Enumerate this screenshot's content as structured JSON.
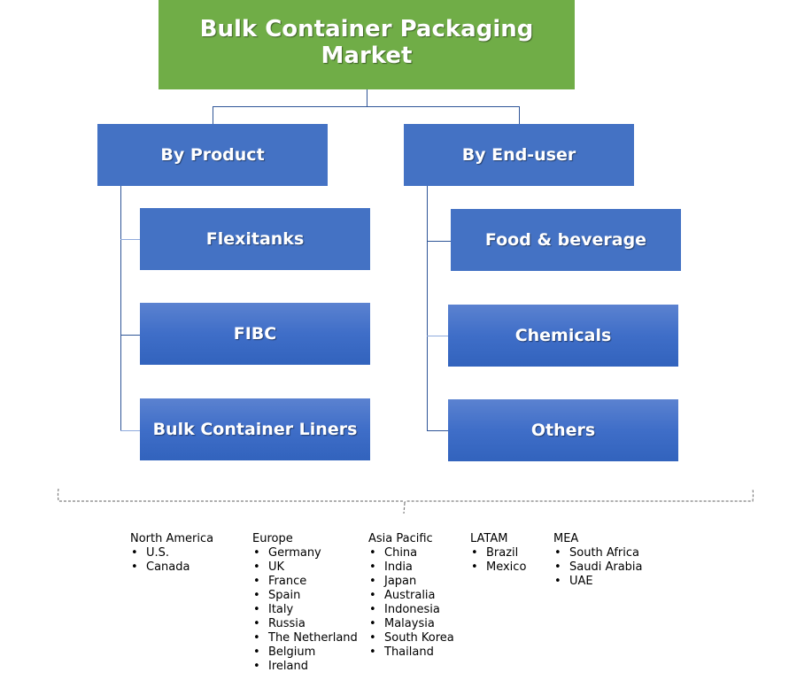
{
  "title": "Bulk Container Packaging Market",
  "title_lines": [
    "Bulk Container Packaging",
    "Market"
  ],
  "colors": {
    "root": "#70ad47",
    "category": "#4472c4",
    "connector": "#2f5597",
    "text": "#ffffff"
  },
  "categories": [
    {
      "label": "By Product",
      "items": [
        "Flexitanks",
        "FIBC",
        "Bulk Container Liners"
      ]
    },
    {
      "label": "By End-user",
      "items": [
        "Food & beverage",
        "Chemicals",
        "Others"
      ]
    }
  ],
  "bullet": "•",
  "regions": [
    {
      "name": "North America",
      "countries": [
        "U.S.",
        "Canada"
      ]
    },
    {
      "name": "Europe",
      "countries": [
        "Germany",
        "UK",
        "France",
        "Spain",
        "Italy",
        "Russia",
        "The Netherland",
        "Belgium",
        "Ireland"
      ]
    },
    {
      "name": "Asia Pacific",
      "countries": [
        "China",
        "India",
        "Japan",
        "Australia",
        "Indonesia",
        "Malaysia",
        "South Korea",
        "Thailand"
      ]
    },
    {
      "name": "LATAM",
      "countries": [
        "Brazil",
        "Mexico"
      ]
    },
    {
      "name": "MEA",
      "countries": [
        "South Africa",
        "Saudi Arabia",
        "UAE"
      ]
    }
  ]
}
